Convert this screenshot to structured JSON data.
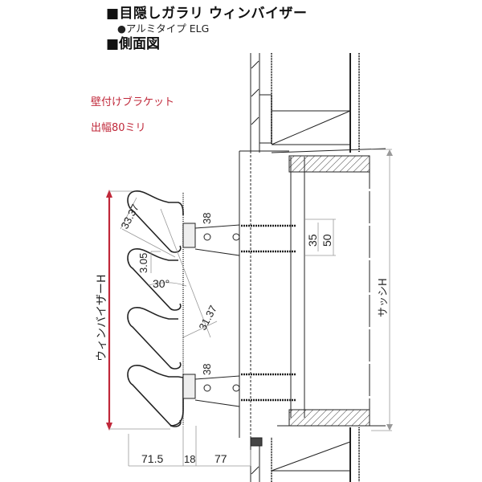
{
  "header": {
    "title": "■目隠しガラリ ウィンバイザー",
    "subtitle": "●アルミタイプ ELG",
    "section": "■側面図"
  },
  "notes": {
    "bracket": "壁付けブラケット",
    "depth": "出幅80ミリ",
    "color": "#c0283a"
  },
  "dimensions": {
    "louver_pitch": "33.37",
    "louver_thickness": "3.05",
    "angle": "30°",
    "louver_offset": "31.37",
    "bracket_top": "38",
    "bracket_bottom": "38",
    "screw_pitch": "35",
    "bracket_height": "50",
    "depth_louver": "71.5",
    "depth_gap": "18",
    "depth_bracket": "77"
  },
  "labels": {
    "visor_height": "ウィンバイザーH",
    "sash_height": "サッシH"
  },
  "colors": {
    "line": "#222222",
    "dim_line": "#999999",
    "red_accent": "#c0283a"
  }
}
